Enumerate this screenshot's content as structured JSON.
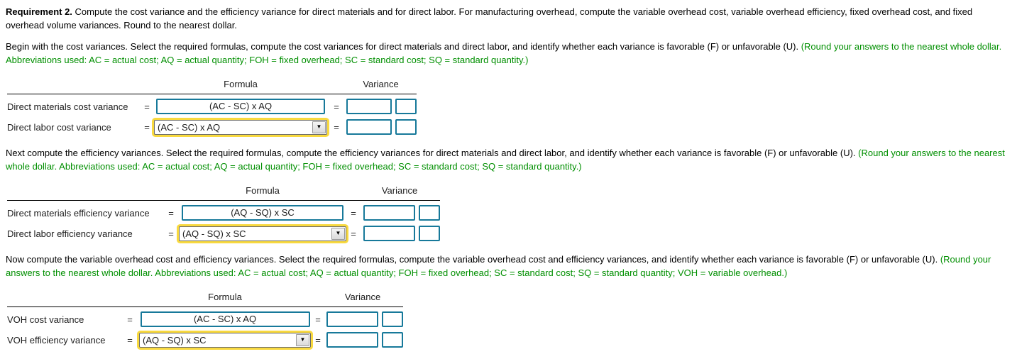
{
  "colors": {
    "accent_teal": "#17799a",
    "highlight_yellow": "#f8d93f",
    "instruction_green": "#008f00"
  },
  "icons": {
    "dropdown_arrow": "▼"
  },
  "intro": {
    "title": "Requirement 2.",
    "text": " Compute the cost variance and the efficiency variance for direct materials and for direct labor. For manufacturing overhead, compute the variable overhead cost, variable overhead efficiency, fixed overhead cost, and fixed overhead volume variances. Round to the nearest dollar."
  },
  "sections": [
    {
      "instructions_black": "Begin with the cost variances. Select the required formulas, compute the cost variances for direct materials and direct labor, and identify whether each variance is favorable (F) or unfavorable (U). ",
      "instructions_green": "(Round your answers to the nearest whole dollar. Abbreviations used: AC = actual cost; AQ = actual quantity; FOH = fixed overhead; SC = standard cost; SQ = standard quantity.)",
      "formula_header": "Formula",
      "variance_header": "Variance",
      "rows": [
        {
          "label": "Direct materials cost variance",
          "eq": "=",
          "formula": "(AC - SC) x AQ",
          "variance_value": "",
          "fu_value": ""
        },
        {
          "label": "Direct labor cost variance",
          "eq": "=",
          "formula": "(AC - SC) x AQ",
          "variance_value": "",
          "fu_value": ""
        }
      ]
    },
    {
      "instructions_black": "Next compute the efficiency variances. Select the required formulas, compute the efficiency variances for direct materials and direct labor, and identify whether each variance is favorable (F) or unfavorable (U). ",
      "instructions_green": "(Round your answers to the nearest whole dollar. Abbreviations used: AC = actual cost; AQ = actual quantity; FOH = fixed overhead; SC = standard cost; SQ = standard quantity.)",
      "formula_header": "Formula",
      "variance_header": "Variance",
      "rows": [
        {
          "label": "Direct materials efficiency variance",
          "eq": "=",
          "formula": "(AQ - SQ) x SC",
          "variance_value": "",
          "fu_value": ""
        },
        {
          "label": "Direct labor efficiency variance",
          "eq": "=",
          "formula": "(AQ - SQ) x SC",
          "variance_value": "",
          "fu_value": ""
        }
      ]
    },
    {
      "instructions_black": "Now compute the variable overhead cost and efficiency variances. Select the required formulas, compute the variable overhead cost and efficiency variances, and identify whether each variance is favorable (F) or unfavorable (U). ",
      "instructions_green": "(Round your answers to the nearest whole dollar. Abbreviations used: AC = actual cost; AQ = actual quantity; FOH = fixed overhead; SC = standard cost; SQ = standard quantity; VOH = variable overhead.)",
      "formula_header": "Formula",
      "variance_header": "Variance",
      "rows": [
        {
          "label": "VOH cost variance",
          "eq": "=",
          "formula": "(AC - SC) x AQ",
          "variance_value": "",
          "fu_value": ""
        },
        {
          "label": "VOH efficiency variance",
          "eq": "=",
          "formula": "(AQ - SQ) x SC",
          "variance_value": "",
          "fu_value": ""
        }
      ]
    }
  ]
}
